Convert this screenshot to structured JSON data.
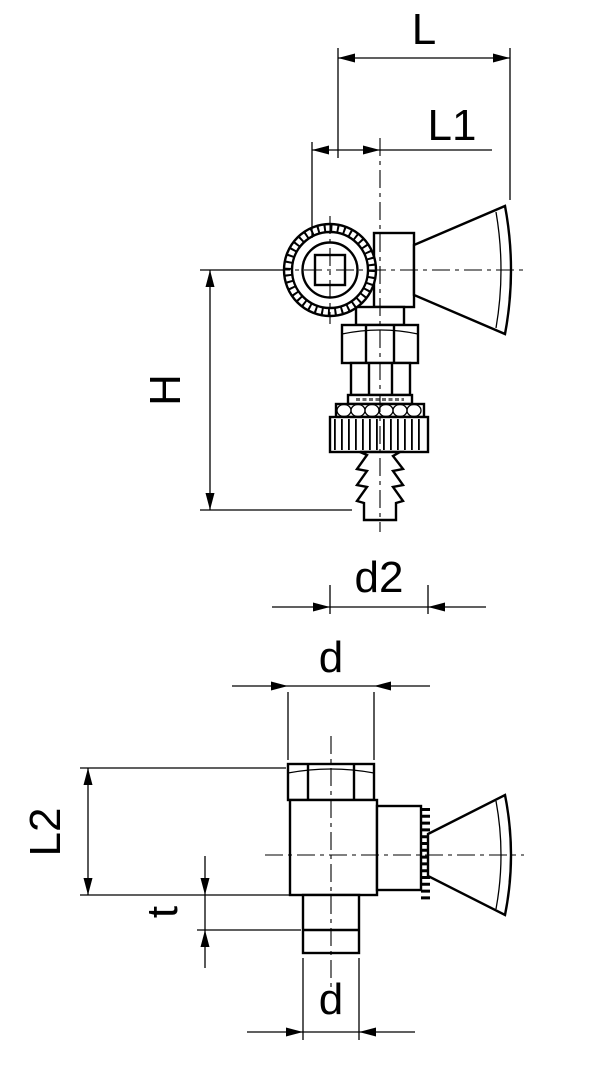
{
  "drawing": {
    "background": "#ffffff",
    "line_color": "#000000",
    "labels": {
      "L": "L",
      "L1": "L1",
      "H": "H",
      "d2": "d2",
      "d_top": "d",
      "L2": "L2",
      "t": "t",
      "d_bottom": "d"
    }
  }
}
